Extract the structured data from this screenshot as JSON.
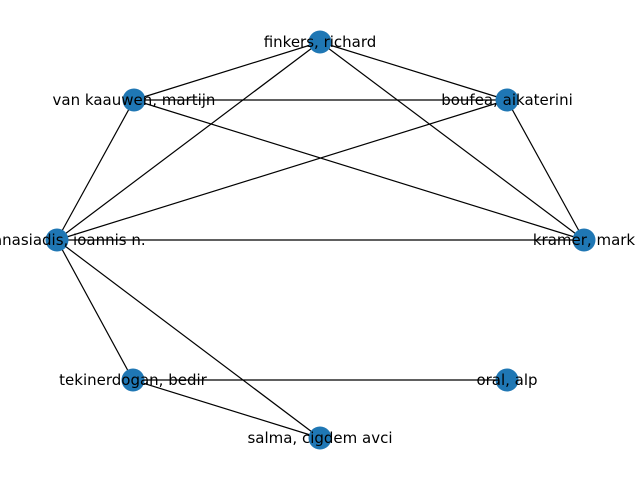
{
  "graph": {
    "node_color": "#1f77b4",
    "edge_color": "#000000",
    "nodes": [
      {
        "id": "finkers",
        "label": "finkers, richard"
      },
      {
        "id": "vankaauwen",
        "label": "van kaauwen, martijn"
      },
      {
        "id": "boufea",
        "label": "boufea, aikaterini"
      },
      {
        "id": "athanasiadis",
        "label": "athanasiadis, ioannis n."
      },
      {
        "id": "kramer",
        "label": "kramer, mark"
      },
      {
        "id": "tekinerdogan",
        "label": "tekinerdogan, bedir"
      },
      {
        "id": "oral",
        "label": "oral, alp"
      },
      {
        "id": "salma",
        "label": "salma, cigdem avci"
      }
    ],
    "edges": [
      [
        "finkers",
        "vankaauwen"
      ],
      [
        "finkers",
        "boufea"
      ],
      [
        "finkers",
        "athanasiadis"
      ],
      [
        "finkers",
        "kramer"
      ],
      [
        "vankaauwen",
        "boufea"
      ],
      [
        "vankaauwen",
        "athanasiadis"
      ],
      [
        "vankaauwen",
        "kramer"
      ],
      [
        "boufea",
        "athanasiadis"
      ],
      [
        "boufea",
        "kramer"
      ],
      [
        "athanasiadis",
        "kramer"
      ],
      [
        "athanasiadis",
        "tekinerdogan"
      ],
      [
        "athanasiadis",
        "salma"
      ],
      [
        "tekinerdogan",
        "oral"
      ],
      [
        "tekinerdogan",
        "salma"
      ]
    ]
  }
}
